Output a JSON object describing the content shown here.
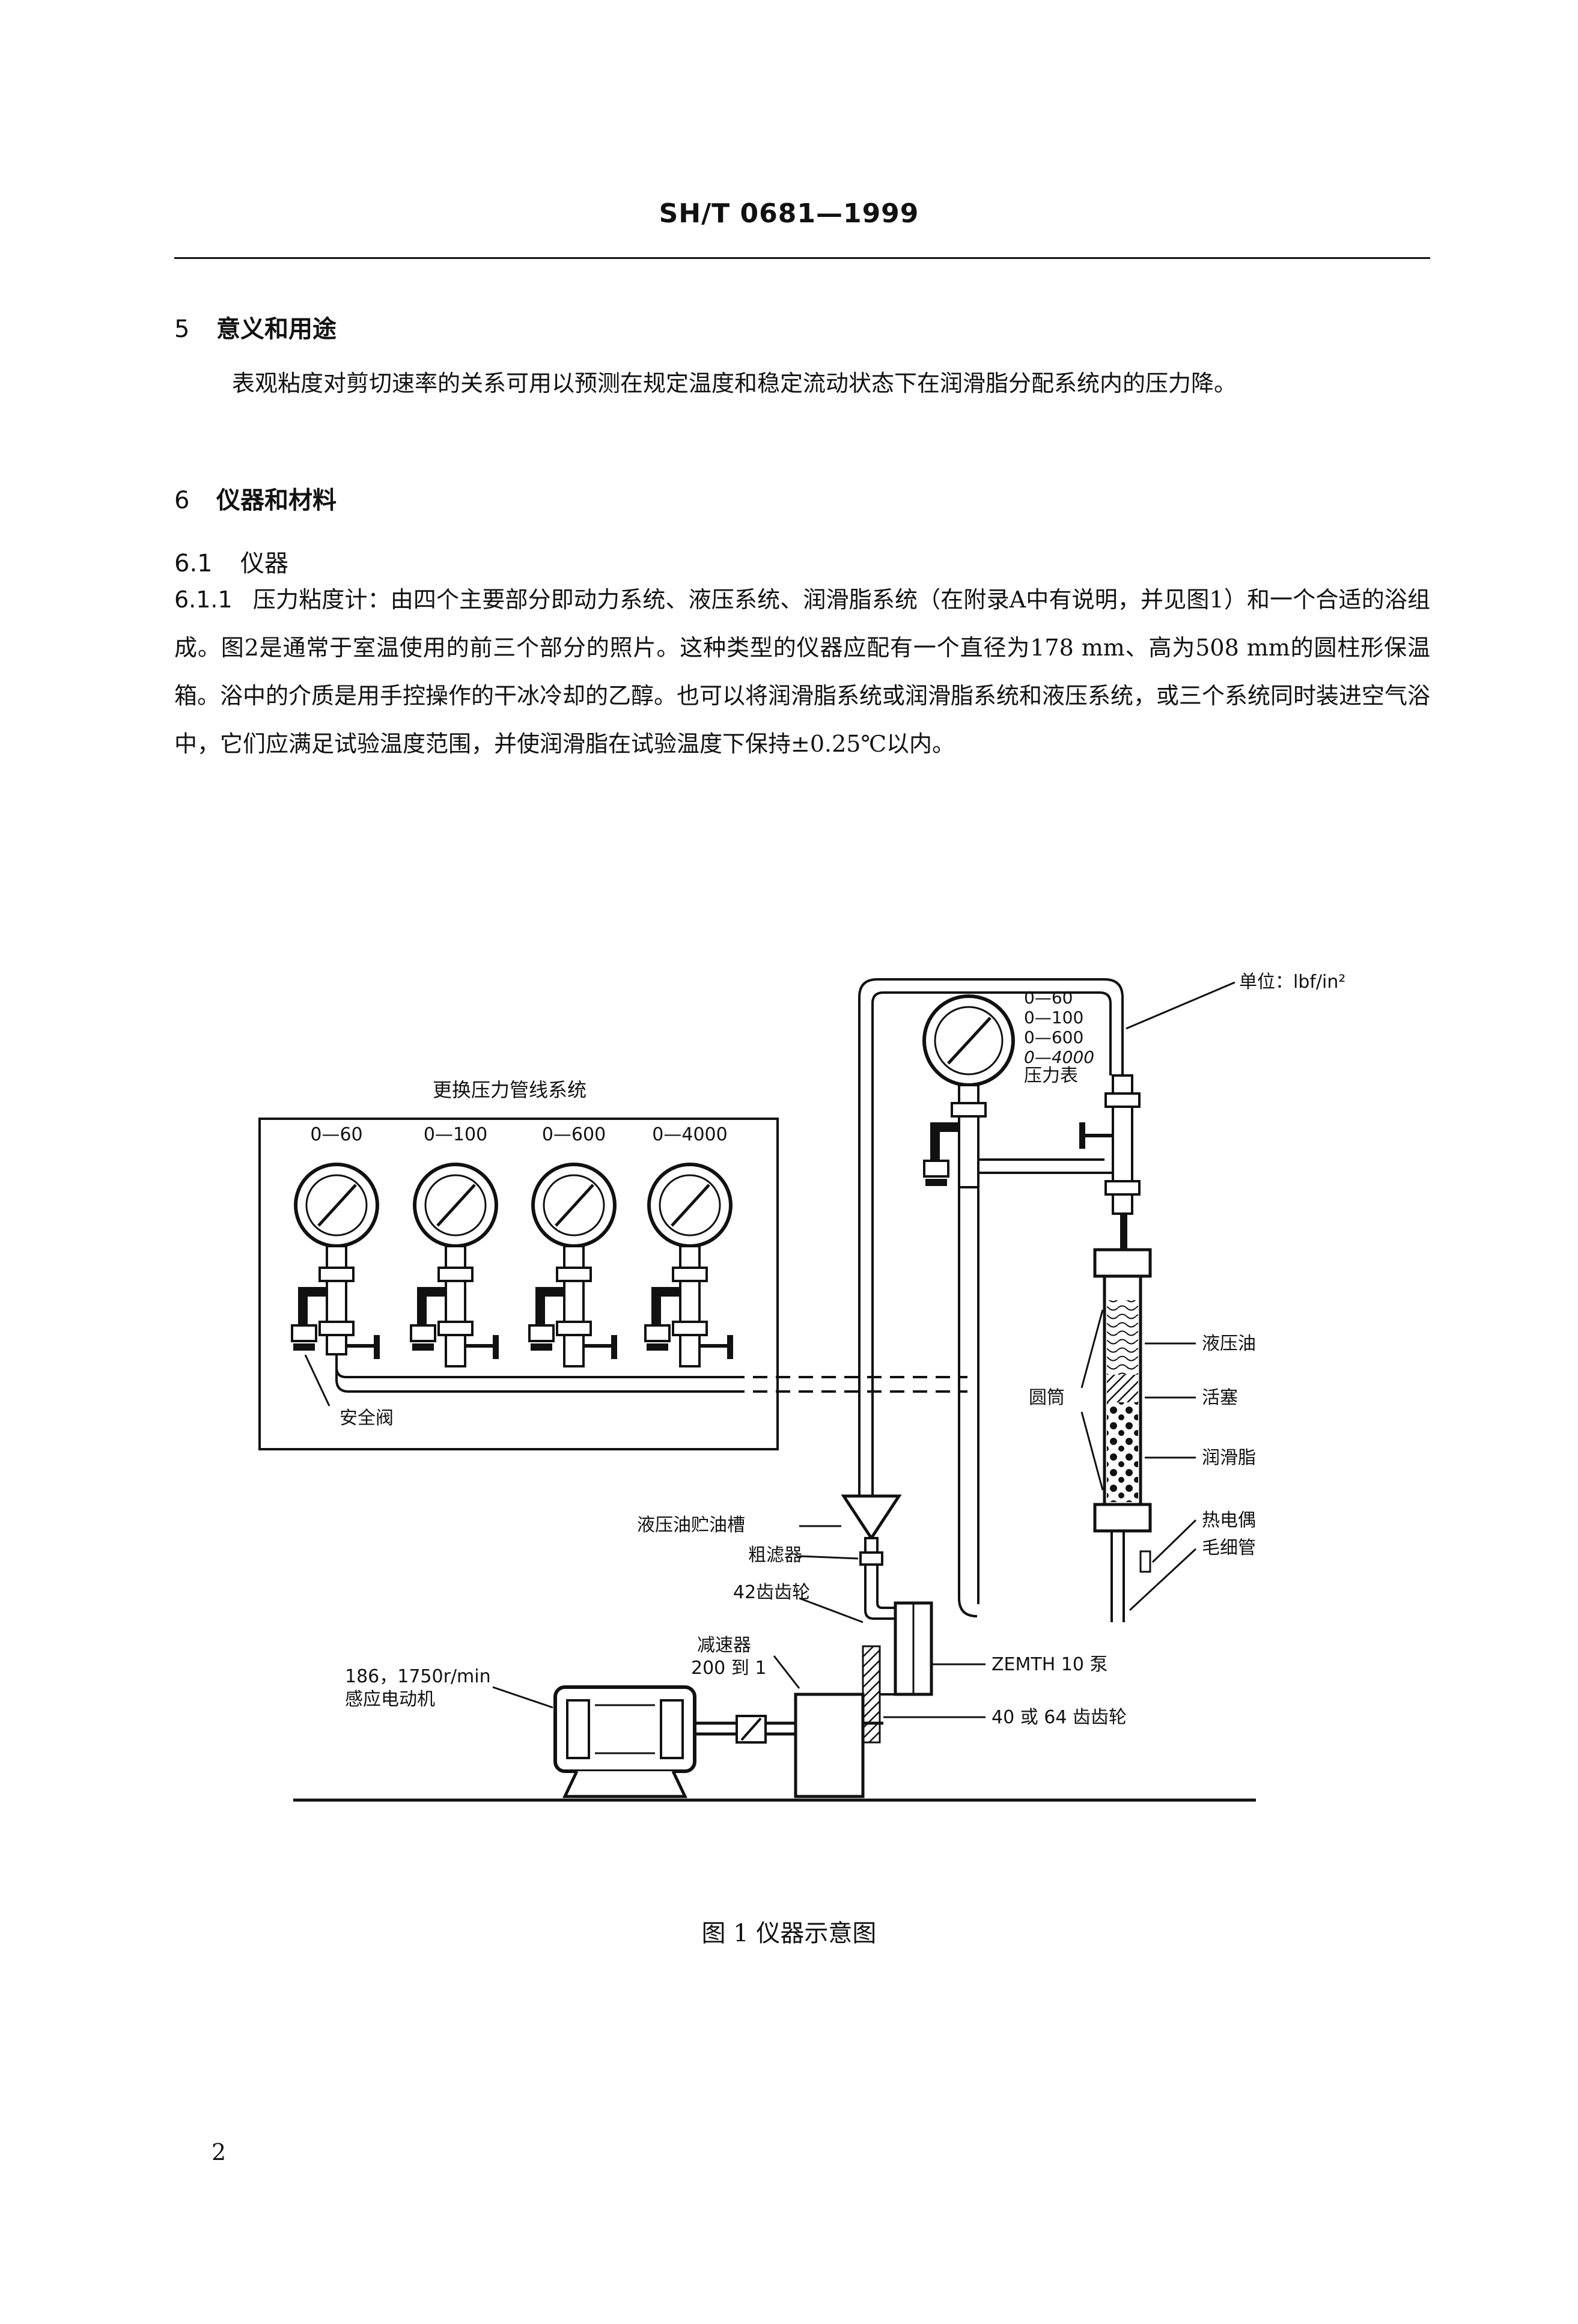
{
  "header": {
    "standard_id": "SH/T 0681—1999"
  },
  "sections": {
    "s5": {
      "num": "5",
      "title": "意义和用途",
      "body": "表观粘度对剪切速率的关系可用以预测在规定温度和稳定流动状态下在润滑脂分配系统内的压力降。"
    },
    "s6": {
      "num": "6",
      "title": "仪器和材料"
    },
    "s61": {
      "num": "6.1",
      "title": "仪器"
    },
    "s611": {
      "num": "6.1.1",
      "body": "压力粘度计：由四个主要部分即动力系统、液压系统、润滑脂系统（在附录A中有说明，并见图1）和一个合适的浴组成。图2是通常于室温使用的前三个部分的照片。这种类型的仪器应配有一个直径为178 mm、高为508 mm的圆柱形保温箱。浴中的介质是用手控操作的干冰冷却的乙醇。也可以将润滑脂系统或润滑脂系统和液压系统，或三个系统同时装进空气浴中，它们应满足试验温度范围，并使润滑脂在试验温度下保持±0.25℃以内。"
    }
  },
  "figure": {
    "box_title": "更换压力管线系统",
    "gauges": [
      "0—60",
      "0—100",
      "0—600",
      "0—4000"
    ],
    "safety_valve": "安全阀",
    "main_gauge_ranges": [
      "0—60",
      "0—100",
      "0—600",
      "0—4000"
    ],
    "main_gauge_label": "压力表",
    "unit": "单位：lbf/in²",
    "hydraulic_oil": "液压油",
    "cylinder": "圆筒",
    "piston": "活塞",
    "grease": "润滑脂",
    "thermocouple": "热电偶",
    "capillary": "毛细管",
    "reservoir": "液压油贮油槽",
    "coarse_filter": "粗滤器",
    "gear42": "42齿齿轮",
    "reducer": "减速器",
    "reducer_ratio": "200 到 1",
    "motor_speed": "186，1750r/min",
    "motor": "感应电动机",
    "pump": "ZEMTH 10 泵",
    "gear40": "40 或 64 齿齿轮"
  },
  "caption": "图 1 仪器示意图",
  "page_number": "2"
}
